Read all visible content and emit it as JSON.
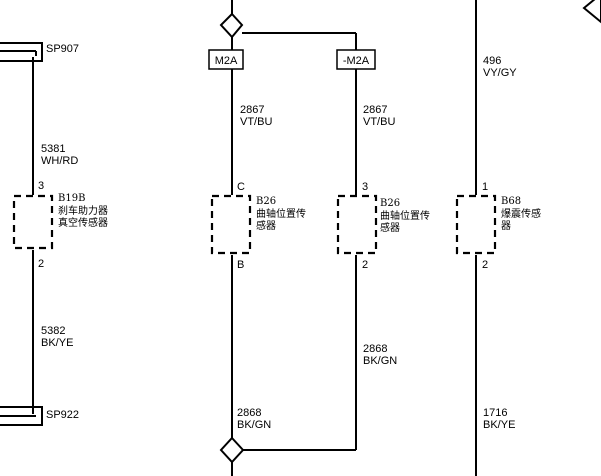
{
  "splices": {
    "top": "SP907",
    "bottom": "SP922"
  },
  "brake_sensor": {
    "top_wire_number": "5381",
    "top_wire_color": "WH/RD",
    "pin_top": "3",
    "pin_bottom": "2",
    "ref": "B19B",
    "name_line1": "刹车助力器",
    "name_line2": "真空传感器",
    "bottom_wire_number": "5382",
    "bottom_wire_color": "BK/YE"
  },
  "crank_sensor_1": {
    "box_label": "M2A",
    "top_wire_number": "2867",
    "top_wire_color": "VT/BU",
    "pin_top": "C",
    "pin_bottom": "B",
    "ref": "B26",
    "name_line1": "曲轴位置传",
    "name_line2": "感器",
    "bottom_wire_number": "2868",
    "bottom_wire_color": "BK/GN"
  },
  "crank_sensor_2": {
    "box_label": "-M2A",
    "top_wire_number": "2867",
    "top_wire_color": "VT/BU",
    "pin_top": "3",
    "pin_bottom": "2",
    "ref": "B26",
    "name_line1": "曲轴位置传",
    "name_line2": "感器",
    "bottom_wire_number": "2868",
    "bottom_wire_color": "BK/GN"
  },
  "knock_sensor": {
    "top_wire_number": "496",
    "top_wire_color": "VY/GY",
    "pin_top": "1",
    "pin_bottom": "2",
    "ref": "B68",
    "name_line1": "爆震传感",
    "name_line2": "器",
    "bottom_wire_number": "1716",
    "bottom_wire_color": "BK/YE"
  }
}
